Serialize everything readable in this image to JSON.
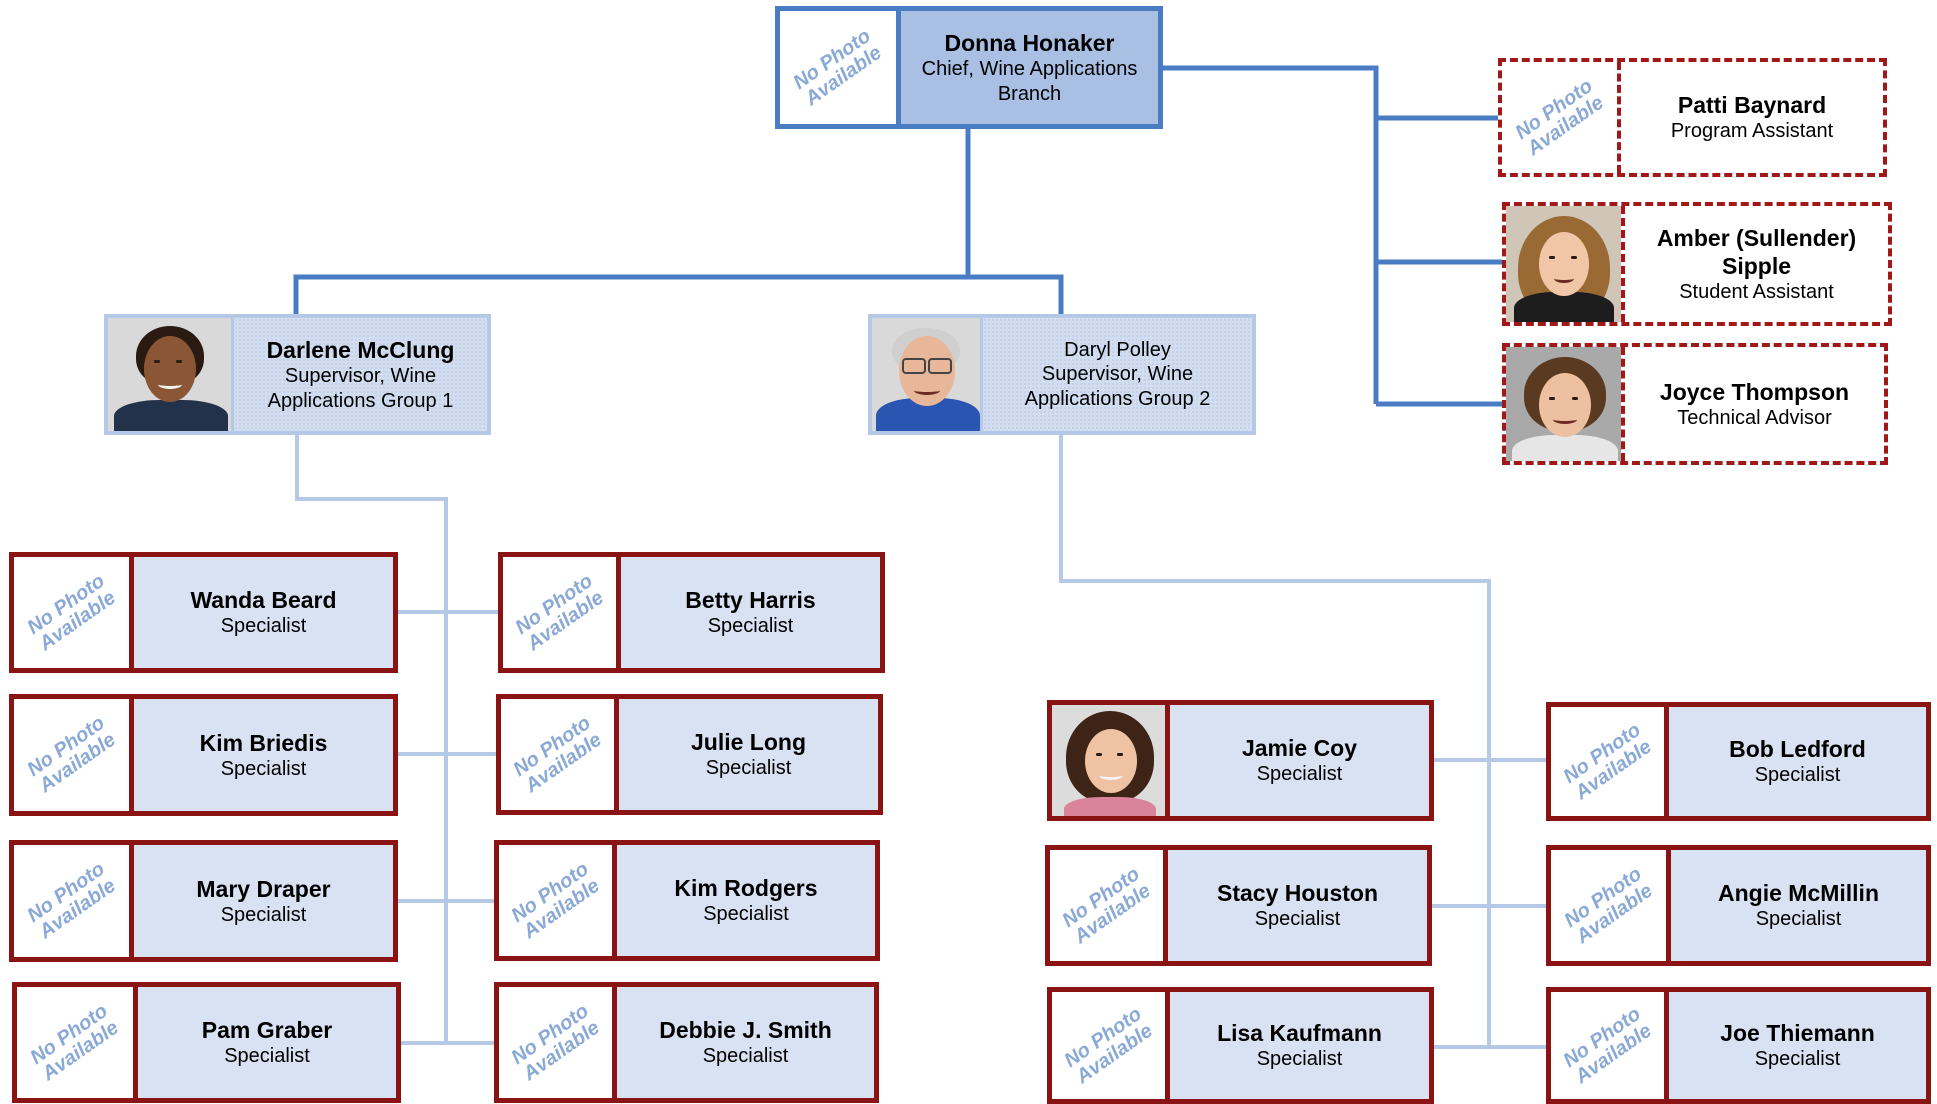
{
  "nophoto": {
    "line1": "No Photo",
    "line2": "Available"
  },
  "chief": {
    "name": "Donna Honaker",
    "title": "Chief, Wine Applications Branch"
  },
  "assistants": [
    {
      "name": "Patti Baynard",
      "title": "Program Assistant"
    },
    {
      "name": "Amber (Sullender) Sipple",
      "title": "Student Assistant"
    },
    {
      "name": "Joyce Thompson",
      "title": "Technical Advisor"
    }
  ],
  "supervisors": [
    {
      "name": "Darlene McClung",
      "title": "Supervisor, Wine Applications Group 1"
    },
    {
      "name": "Daryl Polley",
      "title": "Supervisor, Wine Applications Group 2"
    }
  ],
  "group1": [
    {
      "name": "Wanda Beard",
      "title": "Specialist"
    },
    {
      "name": "Betty Harris",
      "title": "Specialist"
    },
    {
      "name": "Kim Briedis",
      "title": "Specialist"
    },
    {
      "name": "Julie Long",
      "title": "Specialist"
    },
    {
      "name": "Mary Draper",
      "title": "Specialist"
    },
    {
      "name": "Kim Rodgers",
      "title": "Specialist"
    },
    {
      "name": "Pam Graber",
      "title": "Specialist"
    },
    {
      "name": "Debbie J. Smith",
      "title": "Specialist"
    }
  ],
  "group2": [
    {
      "name": "Jamie Coy",
      "title": "Specialist"
    },
    {
      "name": "Bob Ledford",
      "title": "Specialist"
    },
    {
      "name": "Stacy Houston",
      "title": "Specialist"
    },
    {
      "name": "Angie McMillin",
      "title": "Specialist"
    },
    {
      "name": "Lisa Kaufmann",
      "title": "Specialist"
    },
    {
      "name": "Joe Thiemann",
      "title": "Specialist"
    }
  ],
  "colors": {
    "chief_border": "#4a7cc4",
    "chief_line": "#4a7cc4",
    "group_line": "#b5c8e6",
    "specialist_border": "#8a1414",
    "assistant_border": "#a01818",
    "card_fill": "#d9e2f2",
    "no_photo_text": "#8aa9d6"
  }
}
